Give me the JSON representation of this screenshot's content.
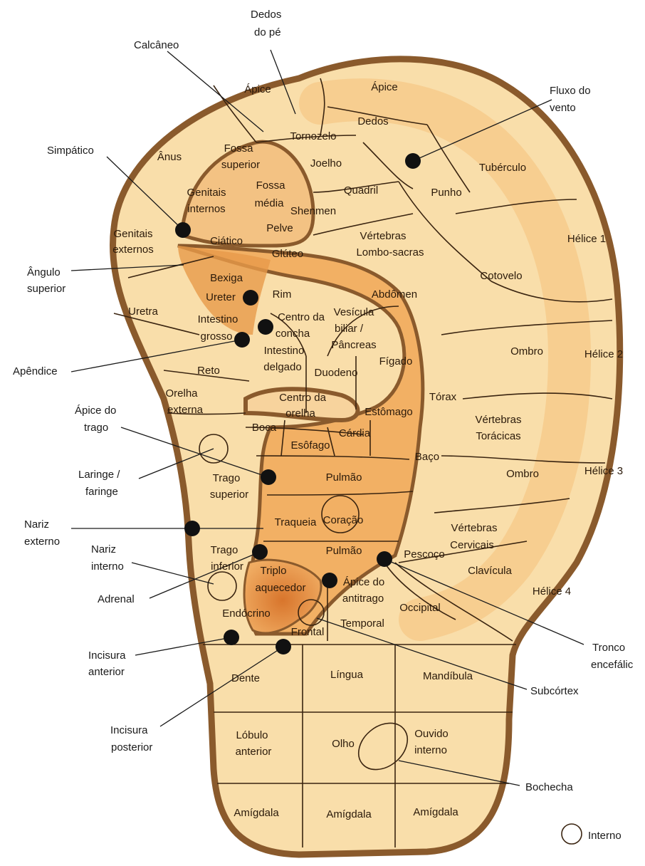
{
  "colors": {
    "background": "#ffffff",
    "ear_fill": "#f9deaa",
    "ear_outline": "#8a5a2c",
    "inner_fill": "#f3b46a",
    "deep_fill": "#e58a38",
    "lines": "#3a2410",
    "dots": "#111111"
  },
  "zones": {
    "apice_1": "Ápice",
    "apice_2": "Ápice",
    "dedos": "Dedos",
    "tornozelo": "Tornozelo",
    "anus": "Ânus",
    "fossa_superior": "Fossa superior",
    "joelho": "Joelho",
    "tuberculo": "Tubérculo",
    "genitais_internos": "Genitais internos",
    "fossa_media": "Fossa média",
    "quadril": "Quadril",
    "punho": "Punho",
    "shenmen": "Shenmen",
    "pelve": "Pelve",
    "ciatico": "Ciático",
    "vertebras_lombo": "Vértebras Lombo-sacras",
    "gluteo": "Glúteo",
    "genitais_externos": "Genitais externos",
    "helice_1": "Hélice 1",
    "bexiga": "Bexiga",
    "cotovelo": "Cotovelo",
    "rim": "Rim",
    "ureter": "Ureter",
    "abdomen": "Abdômen",
    "uretra": "Uretra",
    "intestino_grosso": "Intestino grosso",
    "centro_concha": "Centro da concha",
    "vesicula": "Vesícula biliar / Pâncreas",
    "intestino_delgado": "Intestino delgado",
    "ombro_1": "Ombro",
    "helice_2": "Hélice 2",
    "figado": "Fígado",
    "reto": "Reto",
    "duodeno": "Duodeno",
    "orelha_externa": "Orelha externa",
    "centro_orelha": "Centro da orelha",
    "torax": "Tórax",
    "estomago": "Estômago",
    "vertebras_toracicas": "Vértebras Torácicas",
    "boca": "Boca",
    "cardia": "Cárdia",
    "esofago": "Esôfago",
    "baco": "Baço",
    "pulmao_1": "Pulmão",
    "ombro_2": "Ombro",
    "helice_3": "Hélice 3",
    "trago_superior": "Trago superior",
    "traqueia": "Traqueia",
    "coracao": "Coração",
    "vertebras_cervicais": "Vértebras Cervicais",
    "pulmao_2": "Pulmão",
    "trago_inferior": "Trago inferior",
    "pescoco": "Pescoço",
    "clavicula": "Clavícula",
    "triplo_aquecedor": "Triplo aquecedor",
    "apice_antitrago": "Ápice do antitrago",
    "helice_4": "Hélice 4",
    "occipital": "Occipital",
    "endocrino": "Endócrino",
    "temporal": "Temporal",
    "frontal": "Frontal",
    "dente": "Dente",
    "lingua": "Língua",
    "mandibula": "Mandíbula",
    "lobulo_anterior": "Lóbulo anterior",
    "olho": "Olho",
    "ouvido_interno": "Ouvido interno",
    "amigdala_1": "Amígdala",
    "amigdala_2": "Amígdala",
    "amigdala_3": "Amígdala"
  },
  "callouts": {
    "dedos_do_pe": "Dedos do pé",
    "calcaneo": "Calcâneo",
    "fluxo_vento": "Fluxo do vento",
    "simpatico": "Simpático",
    "angulo_superior": "Ângulo superior",
    "apendice": "Apêndice",
    "apice_trago": "Ápice do trago",
    "laringe": "Laringe / faringe",
    "nariz_externo": "Nariz externo",
    "nariz_interno": "Nariz interno",
    "adrenal": "Adrenal",
    "incisura_anterior": "Incisura anterior",
    "incisura_posterior": "Incisura posterior",
    "tronco_encefalico": "Tronco encefálico",
    "subcortex": "Subcórtex",
    "bochecha": "Bochecha"
  },
  "legend": {
    "interno": "Interno"
  }
}
